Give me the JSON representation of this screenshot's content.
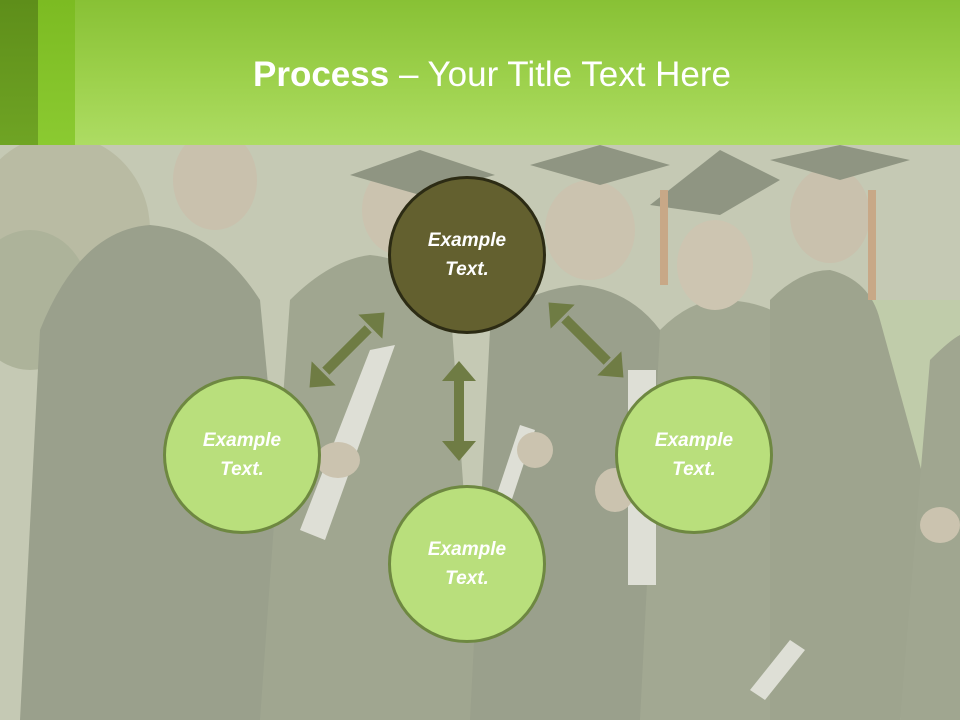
{
  "header": {
    "title_bold": "Process",
    "title_rest": " – Your Title Text Here"
  },
  "diagram": {
    "nodes": [
      {
        "id": "top",
        "label": "Example\nText.",
        "style": "dark"
      },
      {
        "id": "left",
        "label": "Example\nText.",
        "style": "light"
      },
      {
        "id": "bottom",
        "label": "Example\nText.",
        "style": "light"
      },
      {
        "id": "right",
        "label": "Example\nText.",
        "style": "light"
      }
    ],
    "arrows": [
      "top-left",
      "top-bottom",
      "top-right"
    ]
  },
  "colors": {
    "header_green": "#9dd14c",
    "node_light": "#b9df7c",
    "node_dark": "#63602f",
    "arrow": "#6f7c44"
  }
}
